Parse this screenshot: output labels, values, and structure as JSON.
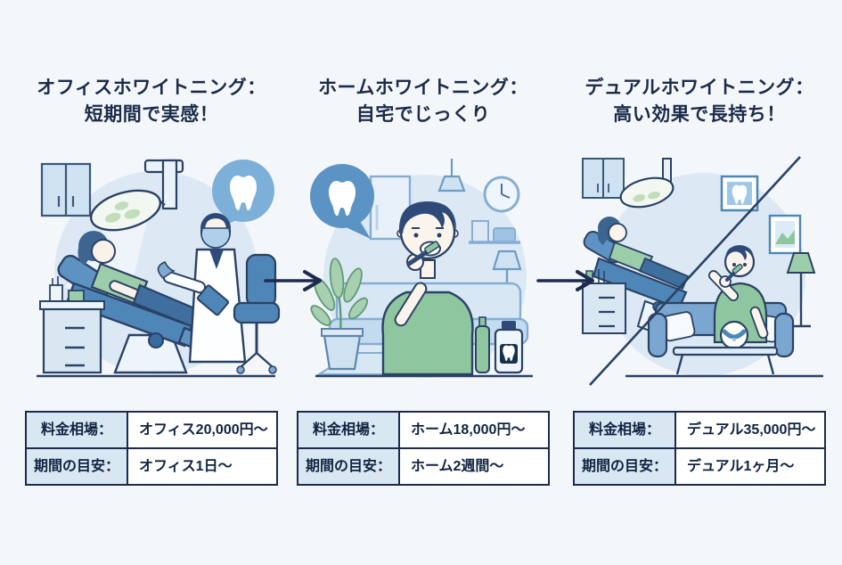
{
  "page": {
    "colors": {
      "background": "#f4f7fa",
      "title_text": "#1c2b4a",
      "table_border": "#1c2b4a",
      "table_label_bg": "#d9e7f3",
      "table_value_bg": "#ffffff",
      "arrow": "#1d2b4f",
      "illustration_bg_circle": "#dce9f5",
      "accent_green": "#8ec6a0",
      "accent_blue": "#4f86b8",
      "outline_navy": "#2b4265"
    },
    "arrows": {
      "glyph": "→",
      "count": 2
    }
  },
  "columns": [
    {
      "title_line1": "オフィスホワイトニング：",
      "title_line2": "短期間で実感！",
      "illustration": "dental-office-scene",
      "table": {
        "price_label": "料金相場：",
        "price_value": "オフィス20,000円〜",
        "duration_label": "期間の目安：",
        "duration_value": "オフィス1日〜"
      }
    },
    {
      "title_line1": "ホームホワイトニング：",
      "title_line2": "自宅でじっくり",
      "illustration": "home-brushing-scene",
      "table": {
        "price_label": "料金相場：",
        "price_value": "ホーム18,000円〜",
        "duration_label": "期間の目安：",
        "duration_value": "ホーム2週間〜"
      }
    },
    {
      "title_line1": "デュアルホワイトニング：",
      "title_line2": "高い効果で長持ち！",
      "illustration": "dual-whitening-scene",
      "table": {
        "price_label": "料金相場：",
        "price_value": "デュアル35,000円〜",
        "duration_label": "期間の目安：",
        "duration_value": "デュアル1ヶ月〜"
      }
    }
  ]
}
